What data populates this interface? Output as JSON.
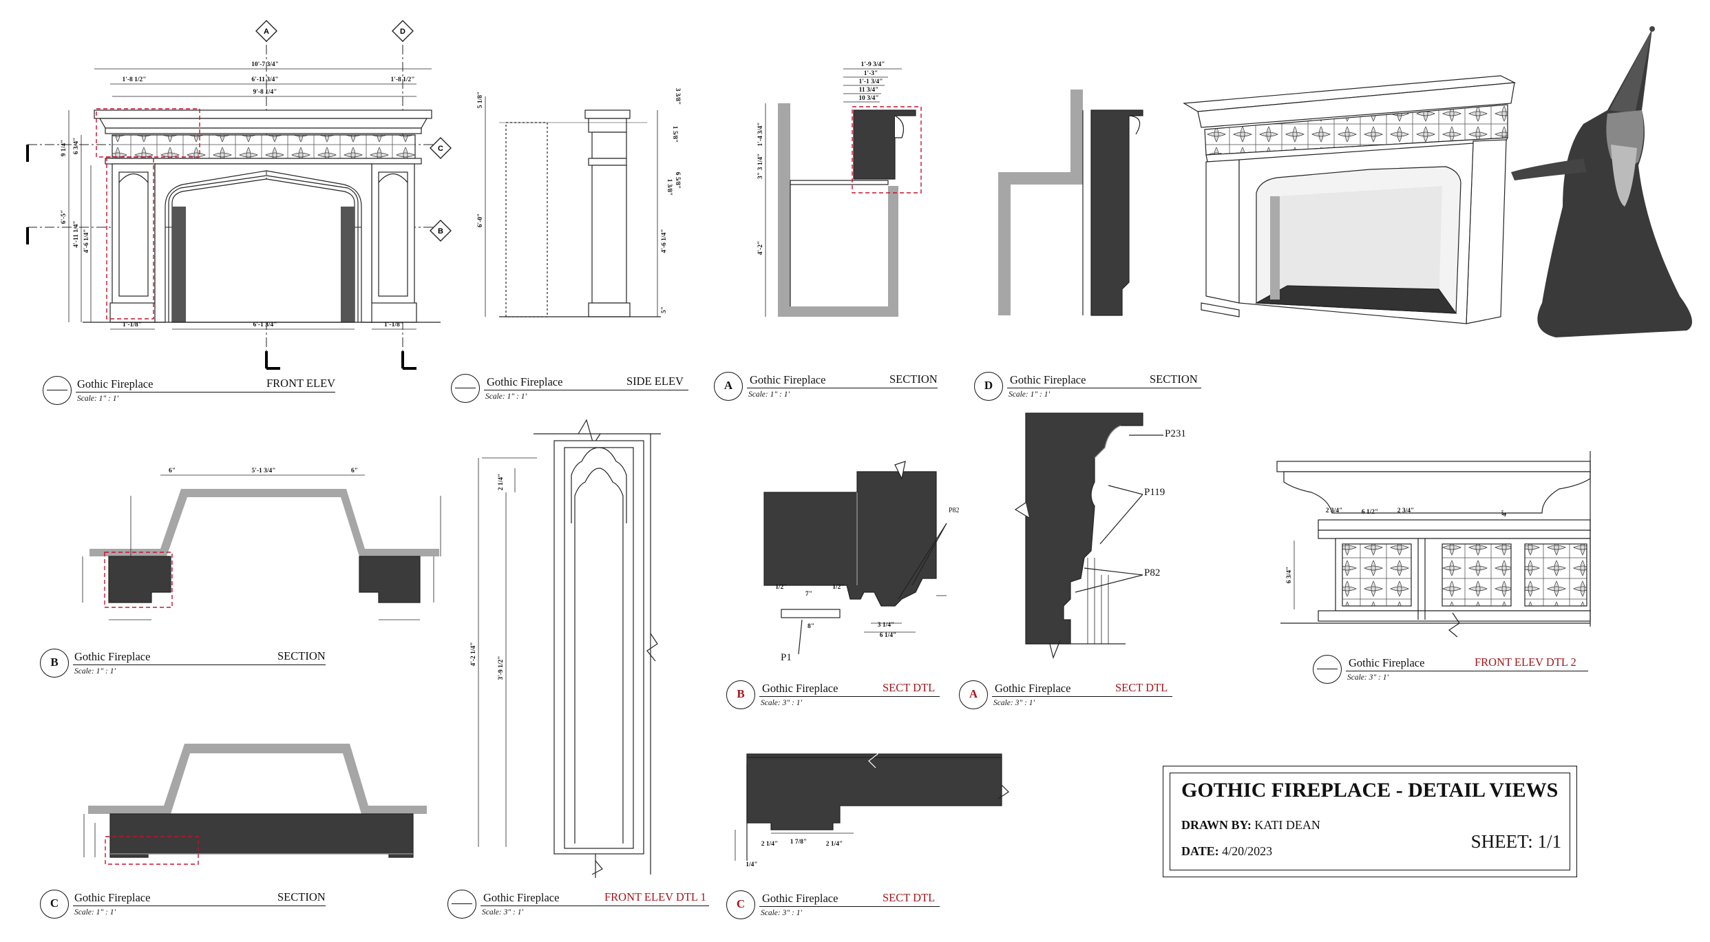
{
  "sheet": {
    "title": "GOTHIC FIREPLACE - DETAIL VIEWS",
    "drawn_by_label": "DRAWN BY:",
    "drawn_by": "KATI DEAN",
    "date_label": "DATE:",
    "date": "4/20/2023",
    "sheet_label": "SHEET:",
    "sheet_number": "1/1"
  },
  "views": [
    {
      "id": "front-elev",
      "mark": "",
      "title": "Gothic Fireplace",
      "view": "FRONT ELEV",
      "scale": "Scale:  1\" : 1'",
      "red": false
    },
    {
      "id": "side-elev",
      "mark": "",
      "title": "Gothic Fireplace",
      "view": "SIDE ELEV",
      "scale": "Scale:  1\" : 1'",
      "red": false
    },
    {
      "id": "section-a",
      "mark": "A",
      "title": "Gothic Fireplace",
      "view": "SECTION",
      "scale": "Scale:  1\" : 1'",
      "red": false
    },
    {
      "id": "section-d",
      "mark": "D",
      "title": "Gothic Fireplace",
      "view": "SECTION",
      "scale": "Scale:  1\" : 1'",
      "red": false
    },
    {
      "id": "section-b",
      "mark": "B",
      "title": "Gothic Fireplace",
      "view": "SECTION",
      "scale": "Scale:  1\" : 1'",
      "red": false
    },
    {
      "id": "sect-dtl-b",
      "mark": "B",
      "title": "Gothic Fireplace",
      "view": "SECT DTL",
      "scale": "Scale:  3\" : 1'",
      "red": true
    },
    {
      "id": "sect-dtl-a",
      "mark": "A",
      "title": "Gothic Fireplace",
      "view": "SECT DTL",
      "scale": "Scale:  3\" : 1'",
      "red": true
    },
    {
      "id": "front-elev-dtl-2",
      "mark": "",
      "title": "Gothic Fireplace",
      "view": "FRONT ELEV DTL 2",
      "scale": "Scale:  3\" : 1'",
      "red": true
    },
    {
      "id": "section-c",
      "mark": "C",
      "title": "Gothic Fireplace",
      "view": "SECTION",
      "scale": "Scale:  1\" : 1'",
      "red": false
    },
    {
      "id": "front-elev-dtl-1",
      "mark": "",
      "title": "Gothic Fireplace",
      "view": "FRONT ELEV DTL 1",
      "scale": "Scale:  3\" : 1'",
      "red": true
    },
    {
      "id": "sect-dtl-c",
      "mark": "C",
      "title": "Gothic Fireplace",
      "view": "SECT DTL",
      "scale": "Scale:  3\" : 1'",
      "red": true
    }
  ],
  "callouts": {
    "p231": "P231",
    "p119": "P119",
    "p82": "P82",
    "p82_small": "P82",
    "p1": "P1"
  },
  "section_marks": {
    "a": "A",
    "b": "B",
    "c": "C",
    "d": "D"
  },
  "dimensions": {
    "front_overall": "10'-7 3/4\"",
    "front_left_seg": "1'-8 1/2\"",
    "front_mid_seg": "6'-11 3/4\"",
    "front_right_seg": "1'-8 1/2\"",
    "front_frieze": "9'-8 1/4\"",
    "front_opening": "6'-1 3/4\"",
    "front_height": "6'-5\"",
    "front_jamb_ht": "4'-11 1/4\"",
    "front_inner_ht": "4'-6 1/4\"",
    "front_frieze_ht": "9 1/4\"",
    "front_cap": "6 3/4\"",
    "front_leg_l": "1'-1/8\"",
    "front_leg_r": "1'-1/8\"",
    "side_total": "6'-0\"",
    "side_top": "5 1/8\"",
    "side_a": "3 3/8\"",
    "side_b": "1 5/8\"",
    "side_c": "6 5/8\"",
    "side_d": "1 3/8\"",
    "side_e": "4'-6 1/4\"",
    "side_base": "5\"",
    "sa_top": "1'-9 3/4\"",
    "sa_2": "1'-3\"",
    "sa_3": "1'-1 3/4\"",
    "sa_4": "11 3/4\"",
    "sa_5": "10 3/4\"",
    "sa_v1": "1'-4 3/4\"",
    "sa_v2": "3 1/4\"",
    "sa_v3": "3\"",
    "sa_v4": "4'-2\"",
    "sb_top": "5'-1 3/4\"",
    "sb_l6": "6\"",
    "sb_r6": "6\"",
    "dtl1_a": "2 1/4\"",
    "dtl1_b": "4'-2 1/4\"",
    "dtl1_c": "3'-9 1/2\"",
    "dtl2_a": "2 3/4\"",
    "dtl2_b": "6 1/2\"",
    "dtl2_c": "2 3/4\"",
    "dtl2_d": "4\"",
    "dtl2_e": "6 3/4\"",
    "dtlb_a": "1/2\"",
    "dtlb_b": "7\"",
    "dtlb_c": "1/2\"",
    "dtlb_d": "8\"",
    "dtlb_e": "3 1/4\"",
    "dtlb_f": "6 1/4\"",
    "dtlc_a": "2 1/4\"",
    "dtlc_b": "1 7/8\"",
    "dtlc_c": "2 1/4\"",
    "dtlc_d": "1/4\""
  },
  "colors": {
    "ink": "#111111",
    "red_label": "#a4161a",
    "dark_fill": "#3b3b3b",
    "grey_fill": "#a6a6a6",
    "redline": "#c8102e"
  }
}
